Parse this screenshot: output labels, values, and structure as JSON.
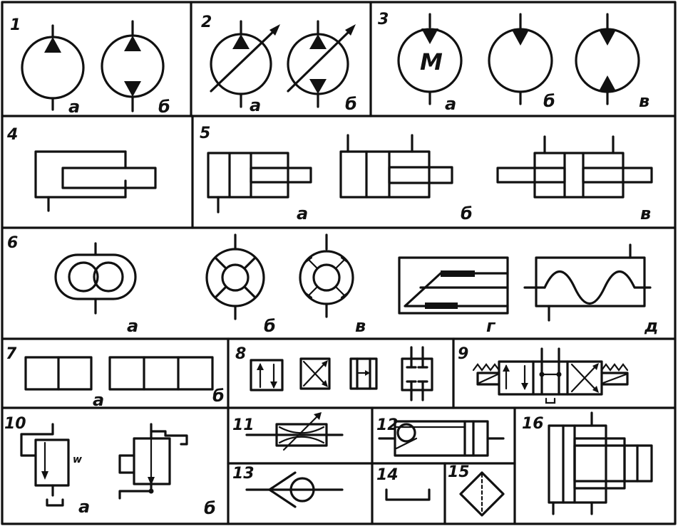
{
  "title": "",
  "cells": [
    {
      "id": "1",
      "number": "1",
      "labels": [
        "а",
        "б"
      ]
    },
    {
      "id": "2",
      "number": "2",
      "labels": [
        "а",
        "б"
      ]
    },
    {
      "id": "3",
      "number": "3",
      "motor_letter": "M",
      "labels": [
        "а",
        "б",
        "в"
      ]
    },
    {
      "id": "4",
      "number": "4",
      "labels": []
    },
    {
      "id": "5",
      "number": "5",
      "labels": [
        "а",
        "б",
        "в"
      ]
    },
    {
      "id": "6",
      "number": "6",
      "labels": [
        "а",
        "б",
        "в",
        "г",
        "д"
      ]
    },
    {
      "id": "7",
      "number": "7",
      "labels": [
        "а",
        "б"
      ]
    },
    {
      "id": "8",
      "number": "8",
      "labels": []
    },
    {
      "id": "9",
      "number": "9",
      "labels": []
    },
    {
      "id": "10",
      "number": "10",
      "spring_letter": "w",
      "labels": [
        "а",
        "б"
      ]
    },
    {
      "id": "11",
      "number": "11",
      "labels": []
    },
    {
      "id": "12",
      "number": "12",
      "labels": []
    },
    {
      "id": "13",
      "number": "13",
      "labels": []
    },
    {
      "id": "14",
      "number": "14",
      "labels": []
    },
    {
      "id": "15",
      "number": "15",
      "labels": []
    },
    {
      "id": "16",
      "number": "16",
      "labels": []
    }
  ],
  "colors": {
    "ink": "#111111",
    "paper": "#ffffff"
  }
}
